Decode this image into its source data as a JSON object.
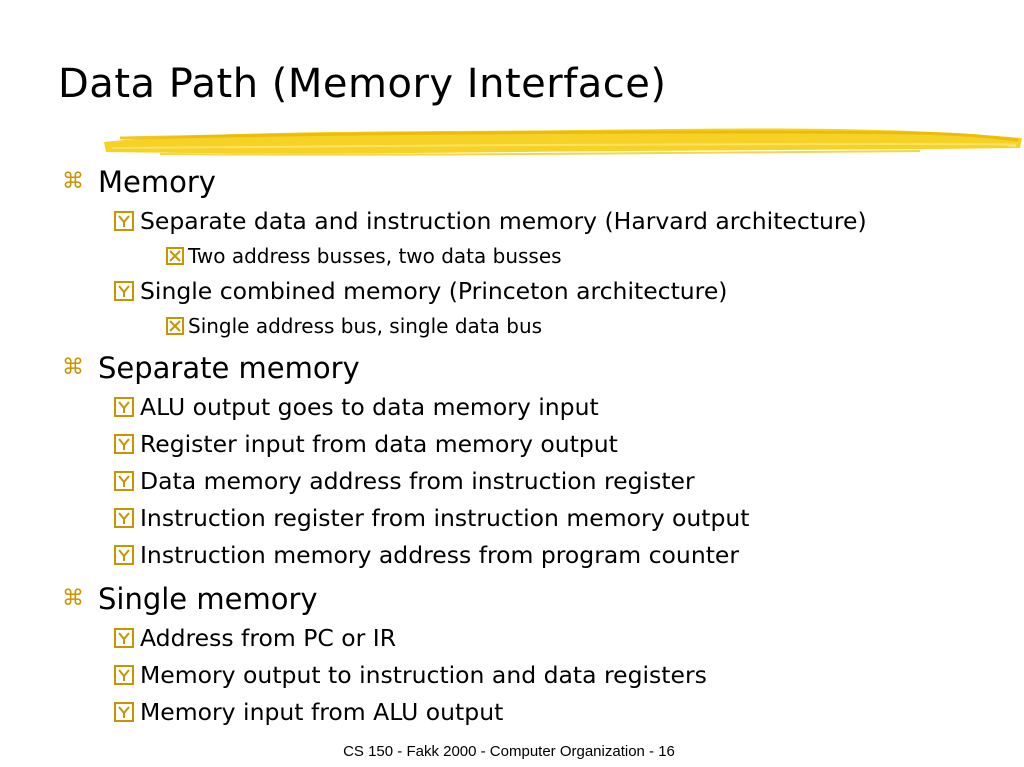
{
  "slide": {
    "title": "Data Path (Memory Interface)",
    "footer": "CS 150 - Fakk 2000 - Computer Organization - 16",
    "colors": {
      "accent": "#f2c200",
      "bullet": "#c89400"
    },
    "bullets": [
      {
        "icon": "command-bullet-icon",
        "text": "Memory",
        "children": [
          {
            "icon": "y-box-bullet-icon",
            "text": "Separate data and instruction memory (Harvard architecture)",
            "children": [
              {
                "icon": "x-box-bullet-icon",
                "text": "Two address busses, two data busses"
              }
            ]
          },
          {
            "icon": "y-box-bullet-icon",
            "text": "Single combined memory (Princeton architecture)",
            "children": [
              {
                "icon": "x-box-bullet-icon",
                "text": "Single address bus, single data bus"
              }
            ]
          }
        ]
      },
      {
        "icon": "command-bullet-icon",
        "text": "Separate memory",
        "children": [
          {
            "icon": "y-box-bullet-icon",
            "text": "ALU output goes to data memory input"
          },
          {
            "icon": "y-box-bullet-icon",
            "text": "Register input from data memory output"
          },
          {
            "icon": "y-box-bullet-icon",
            "text": "Data memory address from instruction register"
          },
          {
            "icon": "y-box-bullet-icon",
            "text": "Instruction register from instruction memory output"
          },
          {
            "icon": "y-box-bullet-icon",
            "text": "Instruction memory address from program counter"
          }
        ]
      },
      {
        "icon": "command-bullet-icon",
        "text": "Single memory",
        "children": [
          {
            "icon": "y-box-bullet-icon",
            "text": "Address from PC or IR"
          },
          {
            "icon": "y-box-bullet-icon",
            "text": "Memory output to instruction and data registers"
          },
          {
            "icon": "y-box-bullet-icon",
            "text": "Memory input from ALU output"
          }
        ]
      }
    ]
  }
}
